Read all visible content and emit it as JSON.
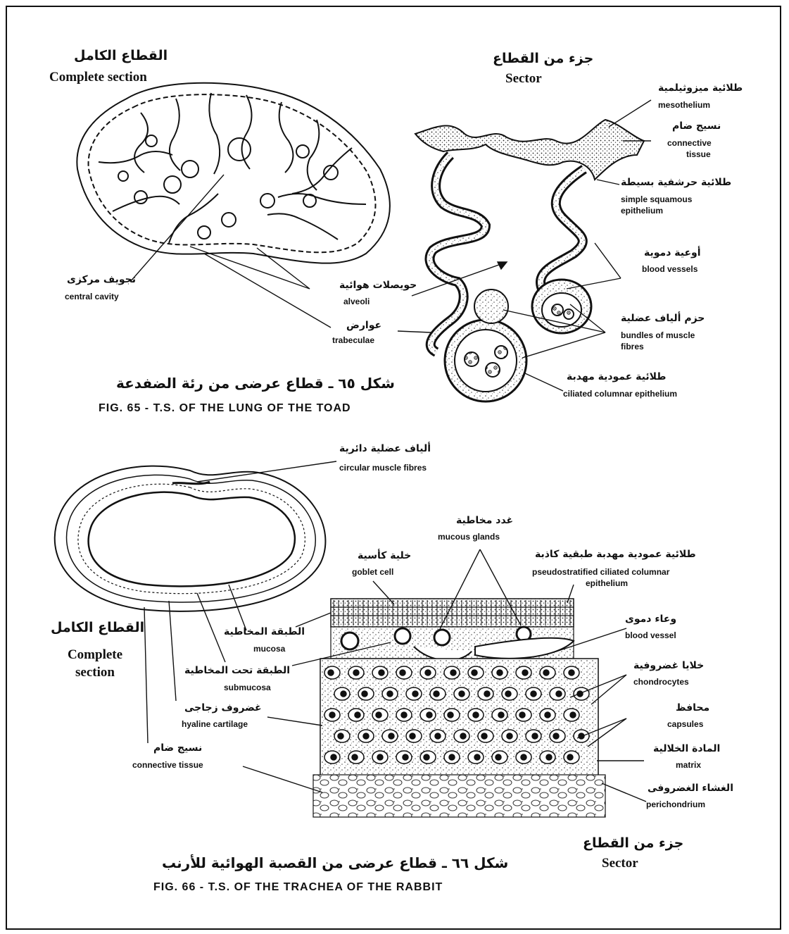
{
  "fig65": {
    "left_title_ar": "القطاع الكامل",
    "left_title_en": "Complete section",
    "right_title_ar": "جزء من القطاع",
    "right_title_en": "Sector",
    "labels": {
      "mesothelium_ar": "طلائية ميزوثيلمية",
      "mesothelium_en": "mesothelium",
      "connective_ar": "نسيج ضام",
      "connective_en1": "connective",
      "connective_en2": "tissue",
      "squamous_ar": "طلائية حرشفية بسيطة",
      "squamous_en1": "simple squamous",
      "squamous_en2": "epithelium",
      "vessels_ar": "أوعية دموية",
      "vessels_en": "blood vessels",
      "muscle_ar": "حزم ألياف عضلية",
      "muscle_en1": "bundles of muscle",
      "muscle_en2": "fibres",
      "ciliated_ar": "طلائية عمودية مهدبة",
      "ciliated_en": "ciliated columnar epithelium",
      "alveoli_ar": "حويصلات هوائية",
      "alveoli_en": "alveoli",
      "trabeculae_ar": "عوارض",
      "trabeculae_en": "trabeculae",
      "cavity_ar": "تجويف مركزى",
      "cavity_en": "central cavity"
    },
    "caption_ar": "شكل ٦٥ ـ قطاع عرضى من رئة الضفدعة",
    "caption_en": "FIG. 65 - T.S. OF THE LUNG OF THE TOAD"
  },
  "fig66": {
    "labels": {
      "circular_ar": "ألياف عضلية دائرية",
      "circular_en": "circular muscle fibres",
      "glands_ar": "غدد مخاطية",
      "glands_en": "mucous glands",
      "goblet_ar": "خلية كأسية",
      "goblet_en": "goblet cell",
      "pseudo_ar": "طلائية عمودية مهدبة طبقية كاذبة",
      "pseudo_en1": "pseudostratified ciliated columnar",
      "pseudo_en2": "epithelium",
      "vessel_ar": "وعاء دموى",
      "vessel_en": "blood vessel",
      "chondro_ar": "خلايا غضروفية",
      "chondro_en": "chondrocytes",
      "capsules_ar": "محافظ",
      "capsules_en": "capsules",
      "matrix_ar": "المادة الخلالية",
      "matrix_en": "matrix",
      "peri_ar": "الغشاء الغضروفى",
      "peri_en": "perichondrium",
      "mucosa_ar": "الطبقة المخاطية",
      "mucosa_en": "mucosa",
      "submucosa_ar": "الطبقة تحت المخاطية",
      "submucosa_en": "submucosa",
      "hyaline_ar": "غضروف زجاجى",
      "hyaline_en": "hyaline cartilage",
      "conn_ar": "نسيج ضام",
      "conn_en": "connective tissue"
    },
    "left_title_ar": "القطاع الكامل",
    "left_title_en1": "Complete",
    "left_title_en2": "section",
    "sector_ar": "جزء من القطاع",
    "sector_en": "Sector",
    "caption_ar": "شكل ٦٦ ـ قطاع عرضى من القصبة الهوائية للأرنب",
    "caption_en": "FIG. 66 - T.S. OF THE TRACHEA OF THE RABBIT"
  }
}
